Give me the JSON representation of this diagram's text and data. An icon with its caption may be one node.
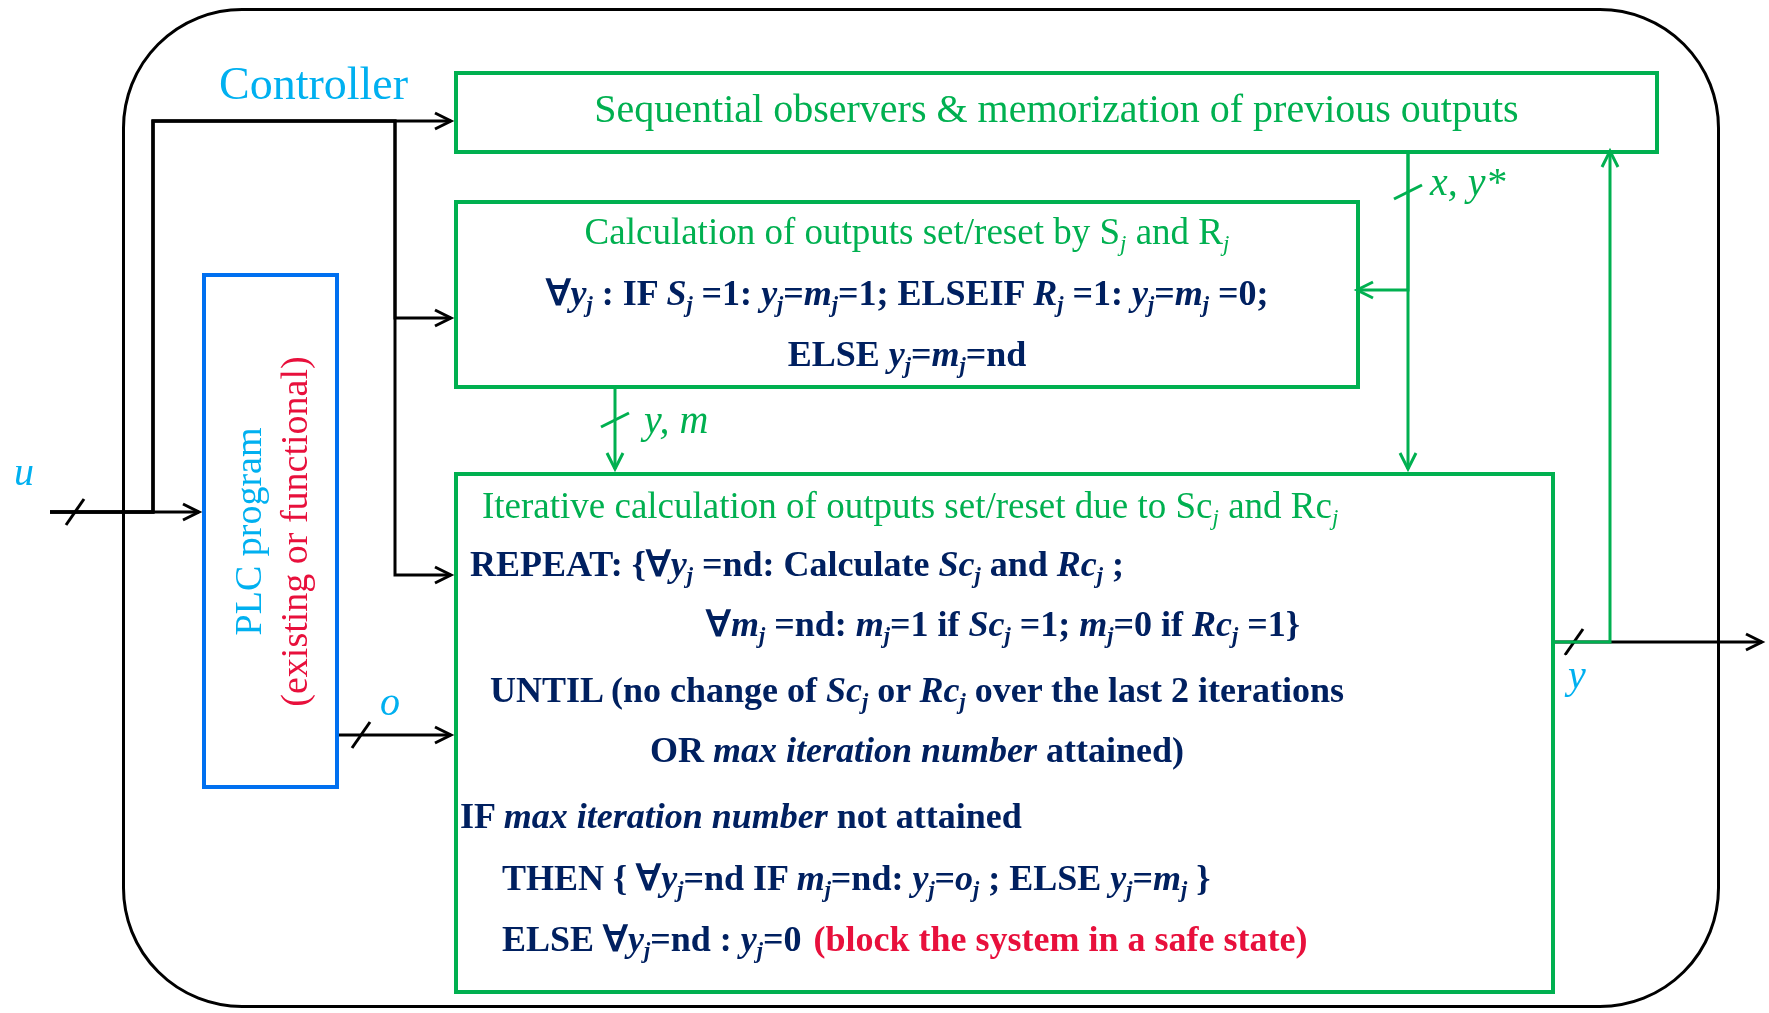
{
  "diagram": {
    "nodes": [
      {
        "text": [
          "Controller"
        ]
      },
      {
        "text": [
          "Sequential observers & memorization of previous outputs"
        ],
        "in": 0
      },
      {
        "text": [
          "Calculation of outputs set/reset by S$_{j}$ and R$_{j}$",
          "∀*y*$_{j}$ : IF *S*$_{j}$ =1: *y*$_{j}$=*m*$_{j}$=1; ELSEIF *R*$_{j}$ =1: *y*$_{j}$=*m*$_{j}$ =0;",
          "ELSE *y*$_{j}$=*m*$_{j}$=nd"
        ],
        "in": 0
      },
      {
        "text": [
          "Iterative calculation of outputs set/reset due to Sc$_{j}$ and Rc$_{j}$",
          "REPEAT:  {∀*y*$_{j}$ =nd: Calculate *Sc*$_{j}$ and *Rc*$_{j}$ ;",
          "∀*m*$_{j}$ =nd: *m*$_{j}$=1 if *Sc*$_{j}$ =1; *m*$_{j}$=0 if *Rc*$_{j}$ =1}",
          "UNTIL (no change of *Sc*$_{j}$ or *Rc*$_{j}$ over the last 2 iterations",
          "OR *max iteration number* attained)",
          "IF *max iteration number* not attained",
          "THEN { ∀*y*$_{j}$=nd  IF *m*$_{j}$=nd: *y*$_{j}$=*o*$_{j}$ ; ELSE *y*$_{j}$=*m*$_{j}$ }",
          "ELSE  ∀*y*$_{j}$=nd : *y*$_{j}$=0",
          "(block the system in a safe state)"
        ],
        "in": 0
      },
      {
        "text": [
          "PLC program",
          "(existing or functional)"
        ],
        "in": 0
      }
    ],
    "edges": [
      {
        "from": null,
        "to": 4,
        "arrow": "to",
        "label": "u"
      },
      {
        "from": null,
        "to": 1,
        "arrow": "to"
      },
      {
        "from": null,
        "to": 2,
        "arrow": "to"
      },
      {
        "from": null,
        "to": 3,
        "arrow": "to"
      },
      {
        "from": 4,
        "to": 3,
        "arrow": "to",
        "label": "o"
      },
      {
        "from": 1,
        "to": 2,
        "arrow": "to",
        "label": "x, y*",
        "color": "#00b050"
      },
      {
        "from": 1,
        "to": 3,
        "arrow": "to",
        "color": "#00b050"
      },
      {
        "from": 2,
        "to": 3,
        "arrow": "to",
        "label": "y, m",
        "color": "#00b050"
      },
      {
        "from": 3,
        "to": null,
        "arrow": "to",
        "label": "y"
      },
      {
        "from": 3,
        "to": 1,
        "arrow": "to",
        "color": "#00b050"
      }
    ]
  }
}
